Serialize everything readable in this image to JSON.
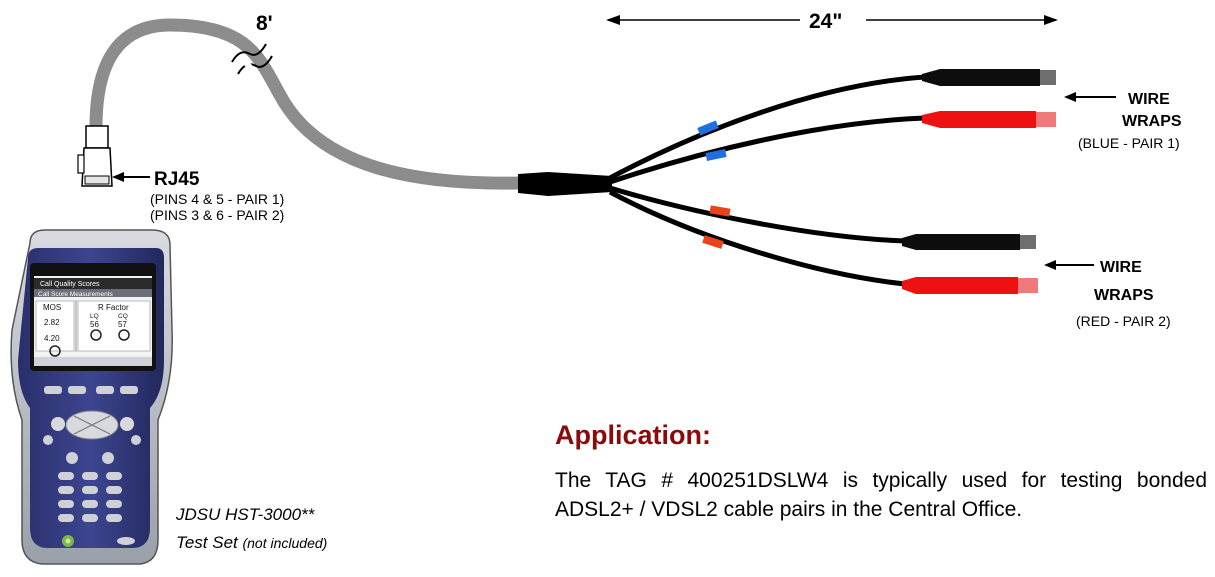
{
  "cable": {
    "length_label": "8'",
    "fanout_label": "24\""
  },
  "rj45": {
    "title": "RJ45",
    "pins_line1": "(PINS 4 & 5 - PAIR 1)",
    "pins_line2": "(PINS 3 & 6 - PAIR 2)"
  },
  "wire_wraps_pair1": {
    "line1": "WIRE",
    "line2": "WRAPS",
    "note": "(BLUE - PAIR 1)",
    "marker_color": "#1f6fe0"
  },
  "wire_wraps_pair2": {
    "line1": "WIRE",
    "line2": "WRAPS",
    "note": "(RED - PAIR 2)",
    "marker_color": "#e8431a"
  },
  "test_set": {
    "caption_line1": "JDSU HST-3000**",
    "caption_line2": "Test Set",
    "caption_note": "(not included)",
    "screen": {
      "header": "Call Quality Scores",
      "section": "Call Score Measurements",
      "mos_label": "MOS",
      "mos_value1": "2.82",
      "mos_value2": "4.20",
      "rfactor_label": "R Factor",
      "lq_label": "LQ",
      "cq_label": "CQ",
      "lq_value": "56",
      "cq_value": "57"
    }
  },
  "application": {
    "title": "Application:",
    "body": "The TAG # 400251DSLW4 is typically used for testing bonded ADSL2+ / VDSL2 cable pairs in the Central Office."
  }
}
